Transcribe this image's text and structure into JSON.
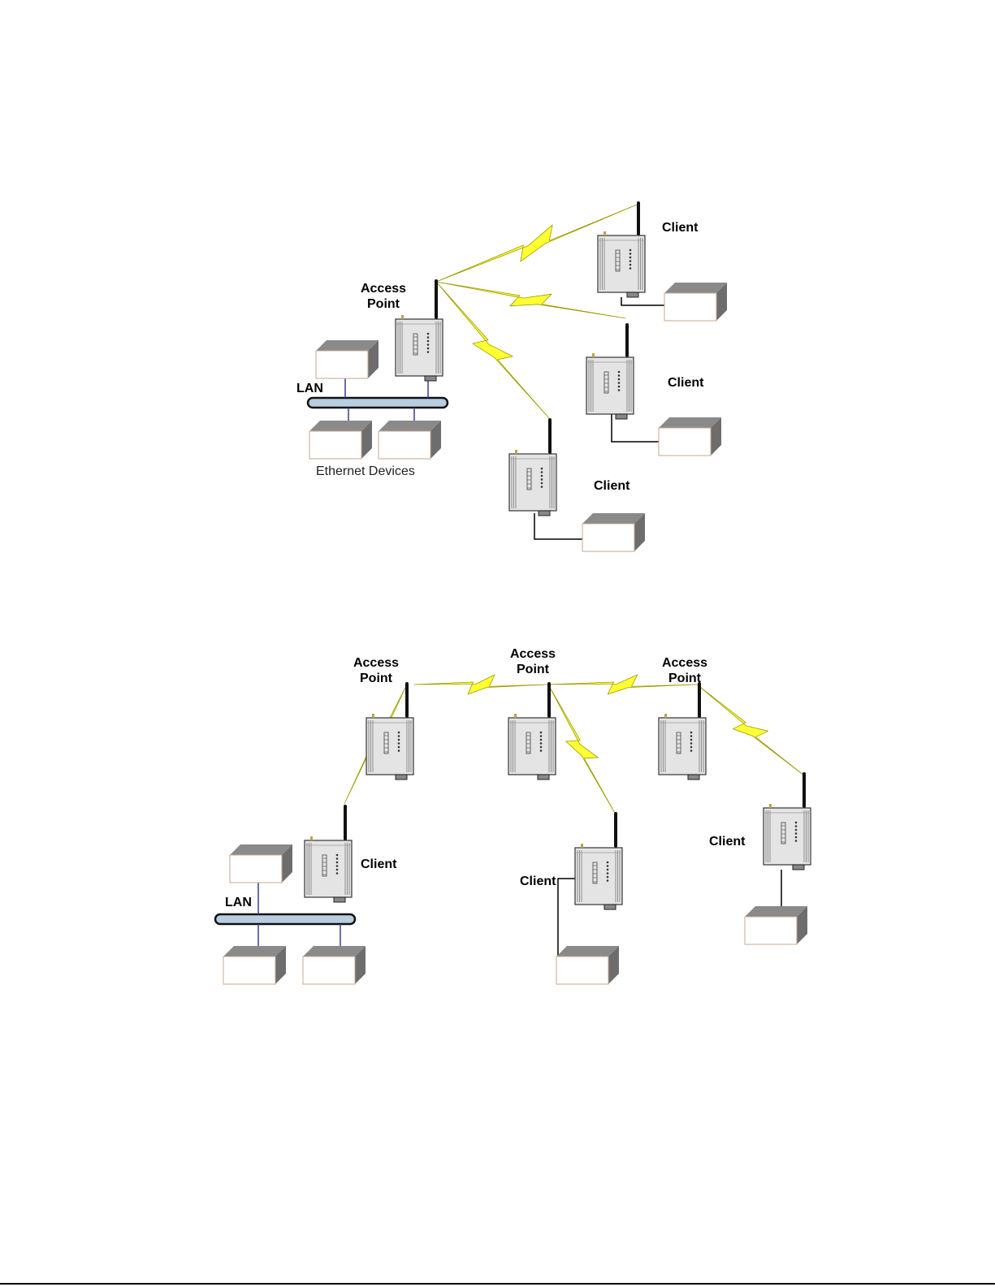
{
  "labels": {
    "access_point": [
      "Access",
      "Point"
    ],
    "client": "Client",
    "lan": "LAN",
    "ethernet_devices": "Ethernet Devices"
  },
  "colors": {
    "lightning_fill": "#ffff33",
    "lightning_stroke": "#9a9a00",
    "lan_bar": "#b7cde0",
    "device_body": "#e4e4e4",
    "box_top": "#8a8a8a",
    "box_side": "#6d6d6d",
    "antenna": "#111111"
  },
  "icons": [
    "radio-modem-icon",
    "antenna-icon",
    "lightning-link-icon",
    "ethernet-device-box-icon",
    "lan-bus-icon"
  ]
}
